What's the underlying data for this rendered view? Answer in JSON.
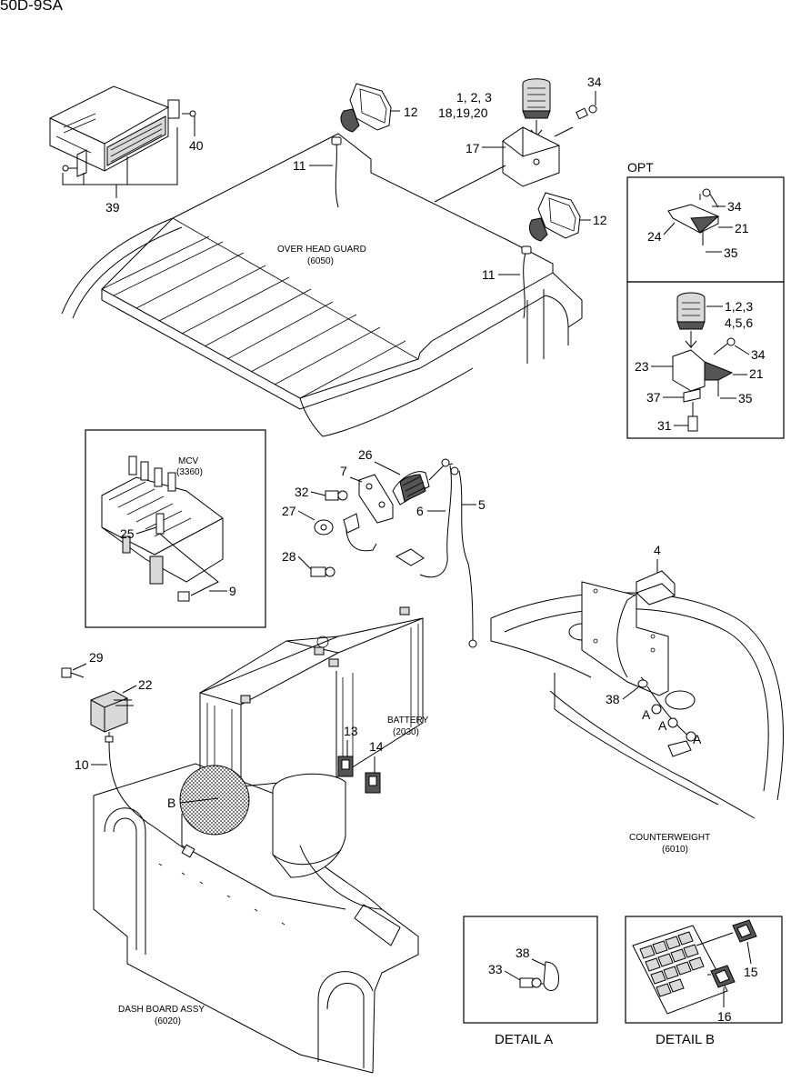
{
  "header": {
    "model": "50D-9SA"
  },
  "groups": {
    "overhead_guard": {
      "name": "OVER HEAD GUARD",
      "code": "(6050)"
    },
    "mcv": {
      "name": "MCV",
      "code": "(3360)"
    },
    "battery": {
      "name": "BATTERY",
      "code": "(2030)"
    },
    "counterweight": {
      "name": "COUNTERWEIGHT",
      "code": "(6010)"
    },
    "dash_board": {
      "name": "DASH BOARD ASSY",
      "code": "(6020)"
    }
  },
  "opt_label": "OPT",
  "callouts": {
    "c1": "1, 2, 3",
    "c18": "18,19,20",
    "c34a": "34",
    "c12a": "12",
    "c17": "17",
    "c40": "40",
    "c39": "39",
    "c11a": "11",
    "c11b": "11",
    "c12b": "12",
    "c34b": "34",
    "c21a": "21",
    "c24": "24",
    "c35a": "35",
    "c123b": "1,2,3",
    "c456": "4,5,6",
    "c34c": "34",
    "c23": "23",
    "c21b": "21",
    "c37": "37",
    "c35b": "35",
    "c31": "31",
    "c26": "26",
    "c7": "7",
    "c32": "32",
    "c27": "27",
    "c28": "28",
    "c6": "6",
    "c5": "5",
    "c25": "25",
    "c9": "9",
    "c4": "4",
    "c38a": "38",
    "cA1": "A",
    "cA2": "A",
    "cA3": "A",
    "c29": "29",
    "c22": "22",
    "c10": "10",
    "c13": "13",
    "c14": "14",
    "cB": "B",
    "c38b": "38",
    "c33": "33",
    "c15": "15",
    "c16": "16"
  },
  "details": {
    "a": "DETAIL A",
    "b": "DETAIL B"
  }
}
